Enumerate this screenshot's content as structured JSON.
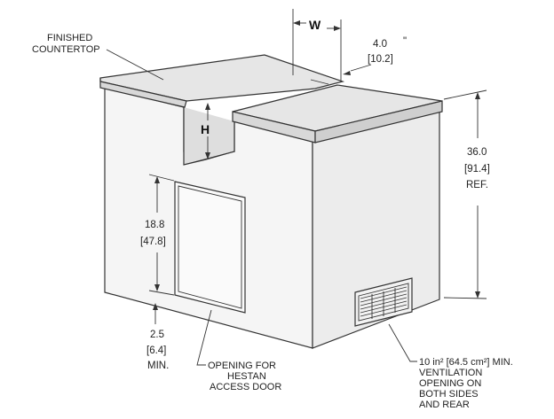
{
  "labels": {
    "countertop_line1": "FINISHED",
    "countertop_line2": "COUNTERTOP",
    "width_label": "W",
    "height_label": "H",
    "depth_in": "4.0",
    "depth_mark": "\"",
    "depth_cm": "[10.2]",
    "height_in": "36.0",
    "height_cm": "[91.4]",
    "height_ref": "REF.",
    "door_in": "18.8",
    "door_cm": "[47.8]",
    "base_in": "2.5",
    "base_cm": "[6.4]",
    "base_min": "MIN.",
    "door_note_1": "OPENING FOR",
    "door_note_2": "HESTAN",
    "door_note_3": "ACCESS DOOR",
    "vent_note_1": "10 in² [64.5 cm²] MIN.",
    "vent_note_2": "VENTILATION",
    "vent_note_3": "OPENING ON",
    "vent_note_4": "BOTH SIDES",
    "vent_note_5": "AND REAR"
  },
  "colors": {
    "line": "#333333",
    "face_front": "#f4f4f4",
    "face_side": "#ebebeb",
    "face_top": "#e2e2e2"
  }
}
